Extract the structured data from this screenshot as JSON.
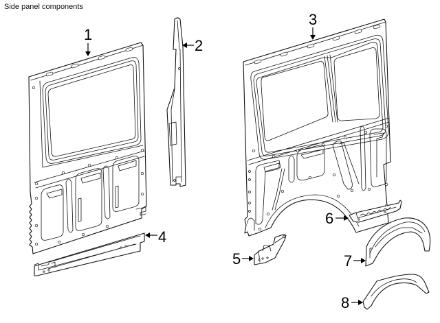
{
  "diagram": {
    "title": "Side panel components",
    "colors": {
      "line": "#111111",
      "background": "#ffffff"
    },
    "callouts": [
      {
        "number": "1",
        "part": "side-panel-front"
      },
      {
        "number": "2",
        "part": "pillar-reinforcement"
      },
      {
        "number": "3",
        "part": "side-panel-rear"
      },
      {
        "number": "4",
        "part": "rocker-sill"
      },
      {
        "number": "5",
        "part": "wheelhouse-bracket"
      },
      {
        "number": "6",
        "part": "wheelhouse-reinforcement"
      },
      {
        "number": "7",
        "part": "inner-wheelhouse"
      },
      {
        "number": "8",
        "part": "outer-wheelhouse"
      }
    ]
  }
}
